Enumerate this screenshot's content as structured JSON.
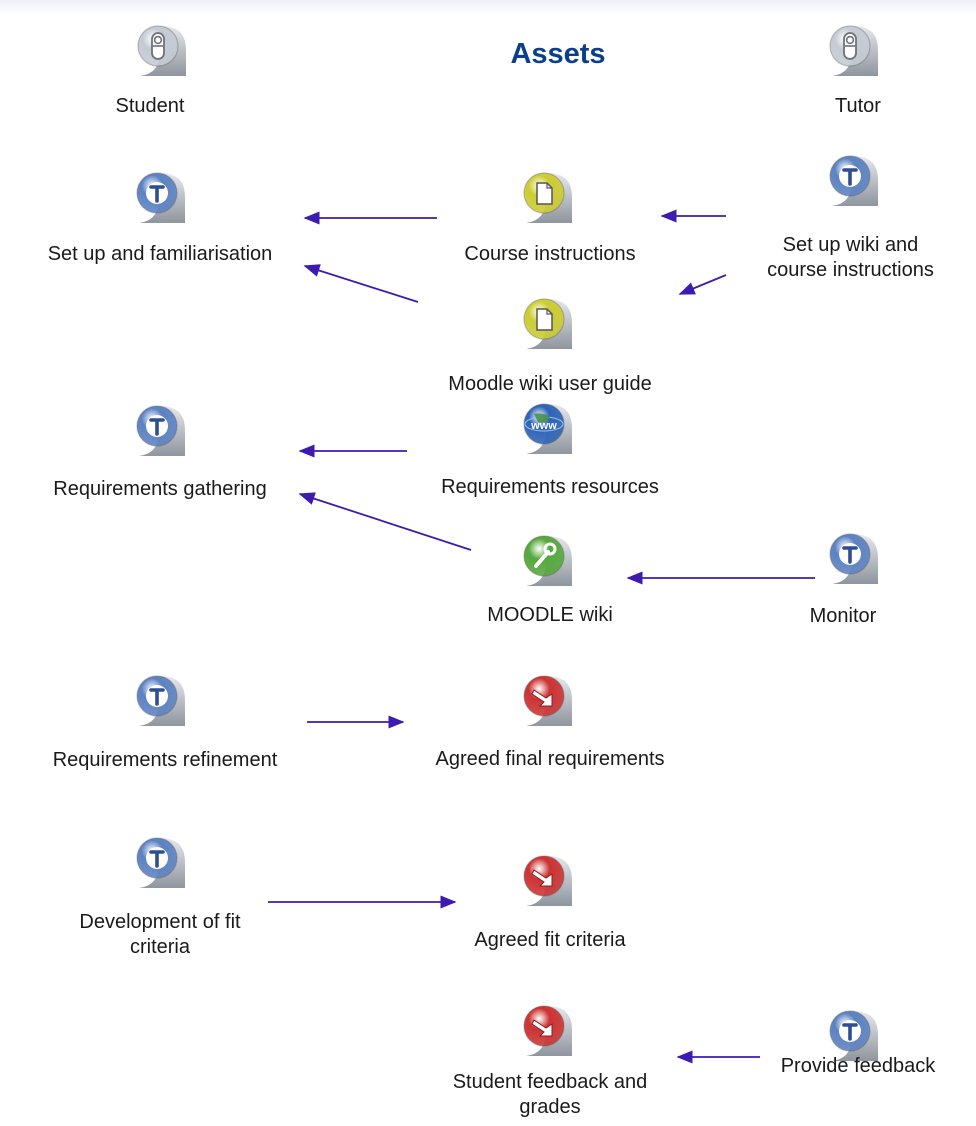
{
  "diagram": {
    "title": "Assets",
    "arrow_color": "#3d1bb0",
    "icon_colors": {
      "role": "#c4cbd4",
      "task": "#5c82c2",
      "resource": "#cccc33",
      "web": "#2d63b8",
      "tool": "#55a83c",
      "output": "#cc3333"
    },
    "nodes": [
      {
        "id": "student",
        "label": "Student",
        "icon": "person-icon",
        "kind": "role"
      },
      {
        "id": "tutor",
        "label": "Tutor",
        "icon": "person-icon",
        "kind": "role"
      },
      {
        "id": "setup",
        "label": "Set up and familiarisation",
        "icon": "task-icon",
        "kind": "task"
      },
      {
        "id": "course-instructions",
        "label": "Course instructions",
        "icon": "document-icon",
        "kind": "resource"
      },
      {
        "id": "setup-wiki",
        "label": "Set up wiki and course instructions",
        "icon": "task-icon",
        "kind": "task"
      },
      {
        "id": "moodle-guide",
        "label": "Moodle wiki user guide",
        "icon": "document-icon",
        "kind": "resource"
      },
      {
        "id": "req-gathering",
        "label": "Requirements gathering",
        "icon": "task-icon",
        "kind": "task"
      },
      {
        "id": "req-resources",
        "label": "Requirements resources",
        "icon": "globe-icon",
        "kind": "web"
      },
      {
        "id": "moodle-wiki",
        "label": "MOODLE wiki",
        "icon": "tool-icon",
        "kind": "tool"
      },
      {
        "id": "monitor",
        "label": "Monitor",
        "icon": "task-icon",
        "kind": "task"
      },
      {
        "id": "req-refinement",
        "label": "Requirements refinement",
        "icon": "task-icon",
        "kind": "task"
      },
      {
        "id": "agreed-final",
        "label": "Agreed final requirements",
        "icon": "output-icon",
        "kind": "output"
      },
      {
        "id": "fit-criteria-dev",
        "label": "Development of fit criteria",
        "icon": "task-icon",
        "kind": "task"
      },
      {
        "id": "agreed-fit",
        "label": "Agreed fit criteria",
        "icon": "output-icon",
        "kind": "output"
      },
      {
        "id": "student-feedback",
        "label": "Student feedback and grades",
        "icon": "output-icon",
        "kind": "output"
      },
      {
        "id": "provide-feedback",
        "label": "Provide feedback",
        "icon": "task-icon",
        "kind": "task"
      }
    ],
    "edges": [
      {
        "from": "course-instructions",
        "to": "setup"
      },
      {
        "from": "moodle-guide",
        "to": "setup"
      },
      {
        "from": "setup-wiki",
        "to": "course-instructions"
      },
      {
        "from": "setup-wiki",
        "to": "moodle-guide"
      },
      {
        "from": "req-resources",
        "to": "req-gathering"
      },
      {
        "from": "moodle-wiki",
        "to": "req-gathering"
      },
      {
        "from": "monitor",
        "to": "moodle-wiki"
      },
      {
        "from": "req-refinement",
        "to": "agreed-final"
      },
      {
        "from": "fit-criteria-dev",
        "to": "agreed-fit"
      },
      {
        "from": "provide-feedback",
        "to": "student-feedback"
      }
    ]
  }
}
